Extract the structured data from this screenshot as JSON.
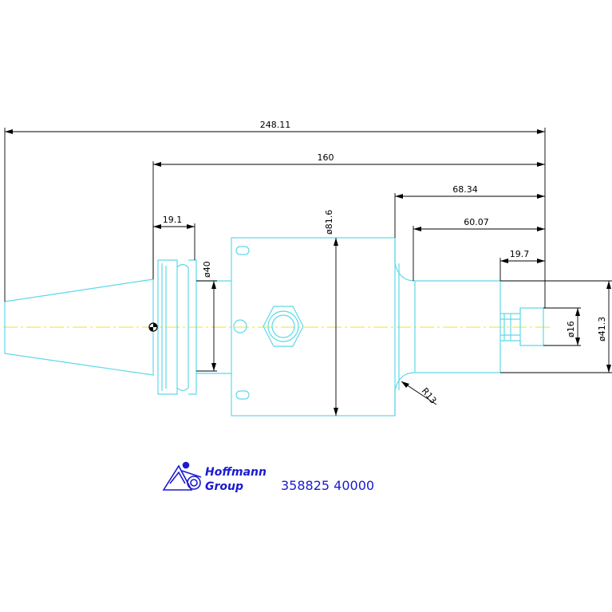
{
  "dimensions": {
    "overall_length": "248.11",
    "gauge_length": "160",
    "length_68": "68.34",
    "length_60": "60.07",
    "length_19_7": "19.7",
    "flange_width": "19.1",
    "dia_40": "ø40",
    "dia_81": "ø81.6",
    "dia_16": "ø16",
    "dia_41": "ø41.3",
    "radius": "R13"
  },
  "logo": {
    "line1": "Hoffmann",
    "line2": "Group"
  },
  "part_number": "358825 40000",
  "colors": {
    "part_outline": "#5fd8e8",
    "dimension": "#000000",
    "centerline": "#e8e040",
    "logo": "#1a1ad0"
  }
}
